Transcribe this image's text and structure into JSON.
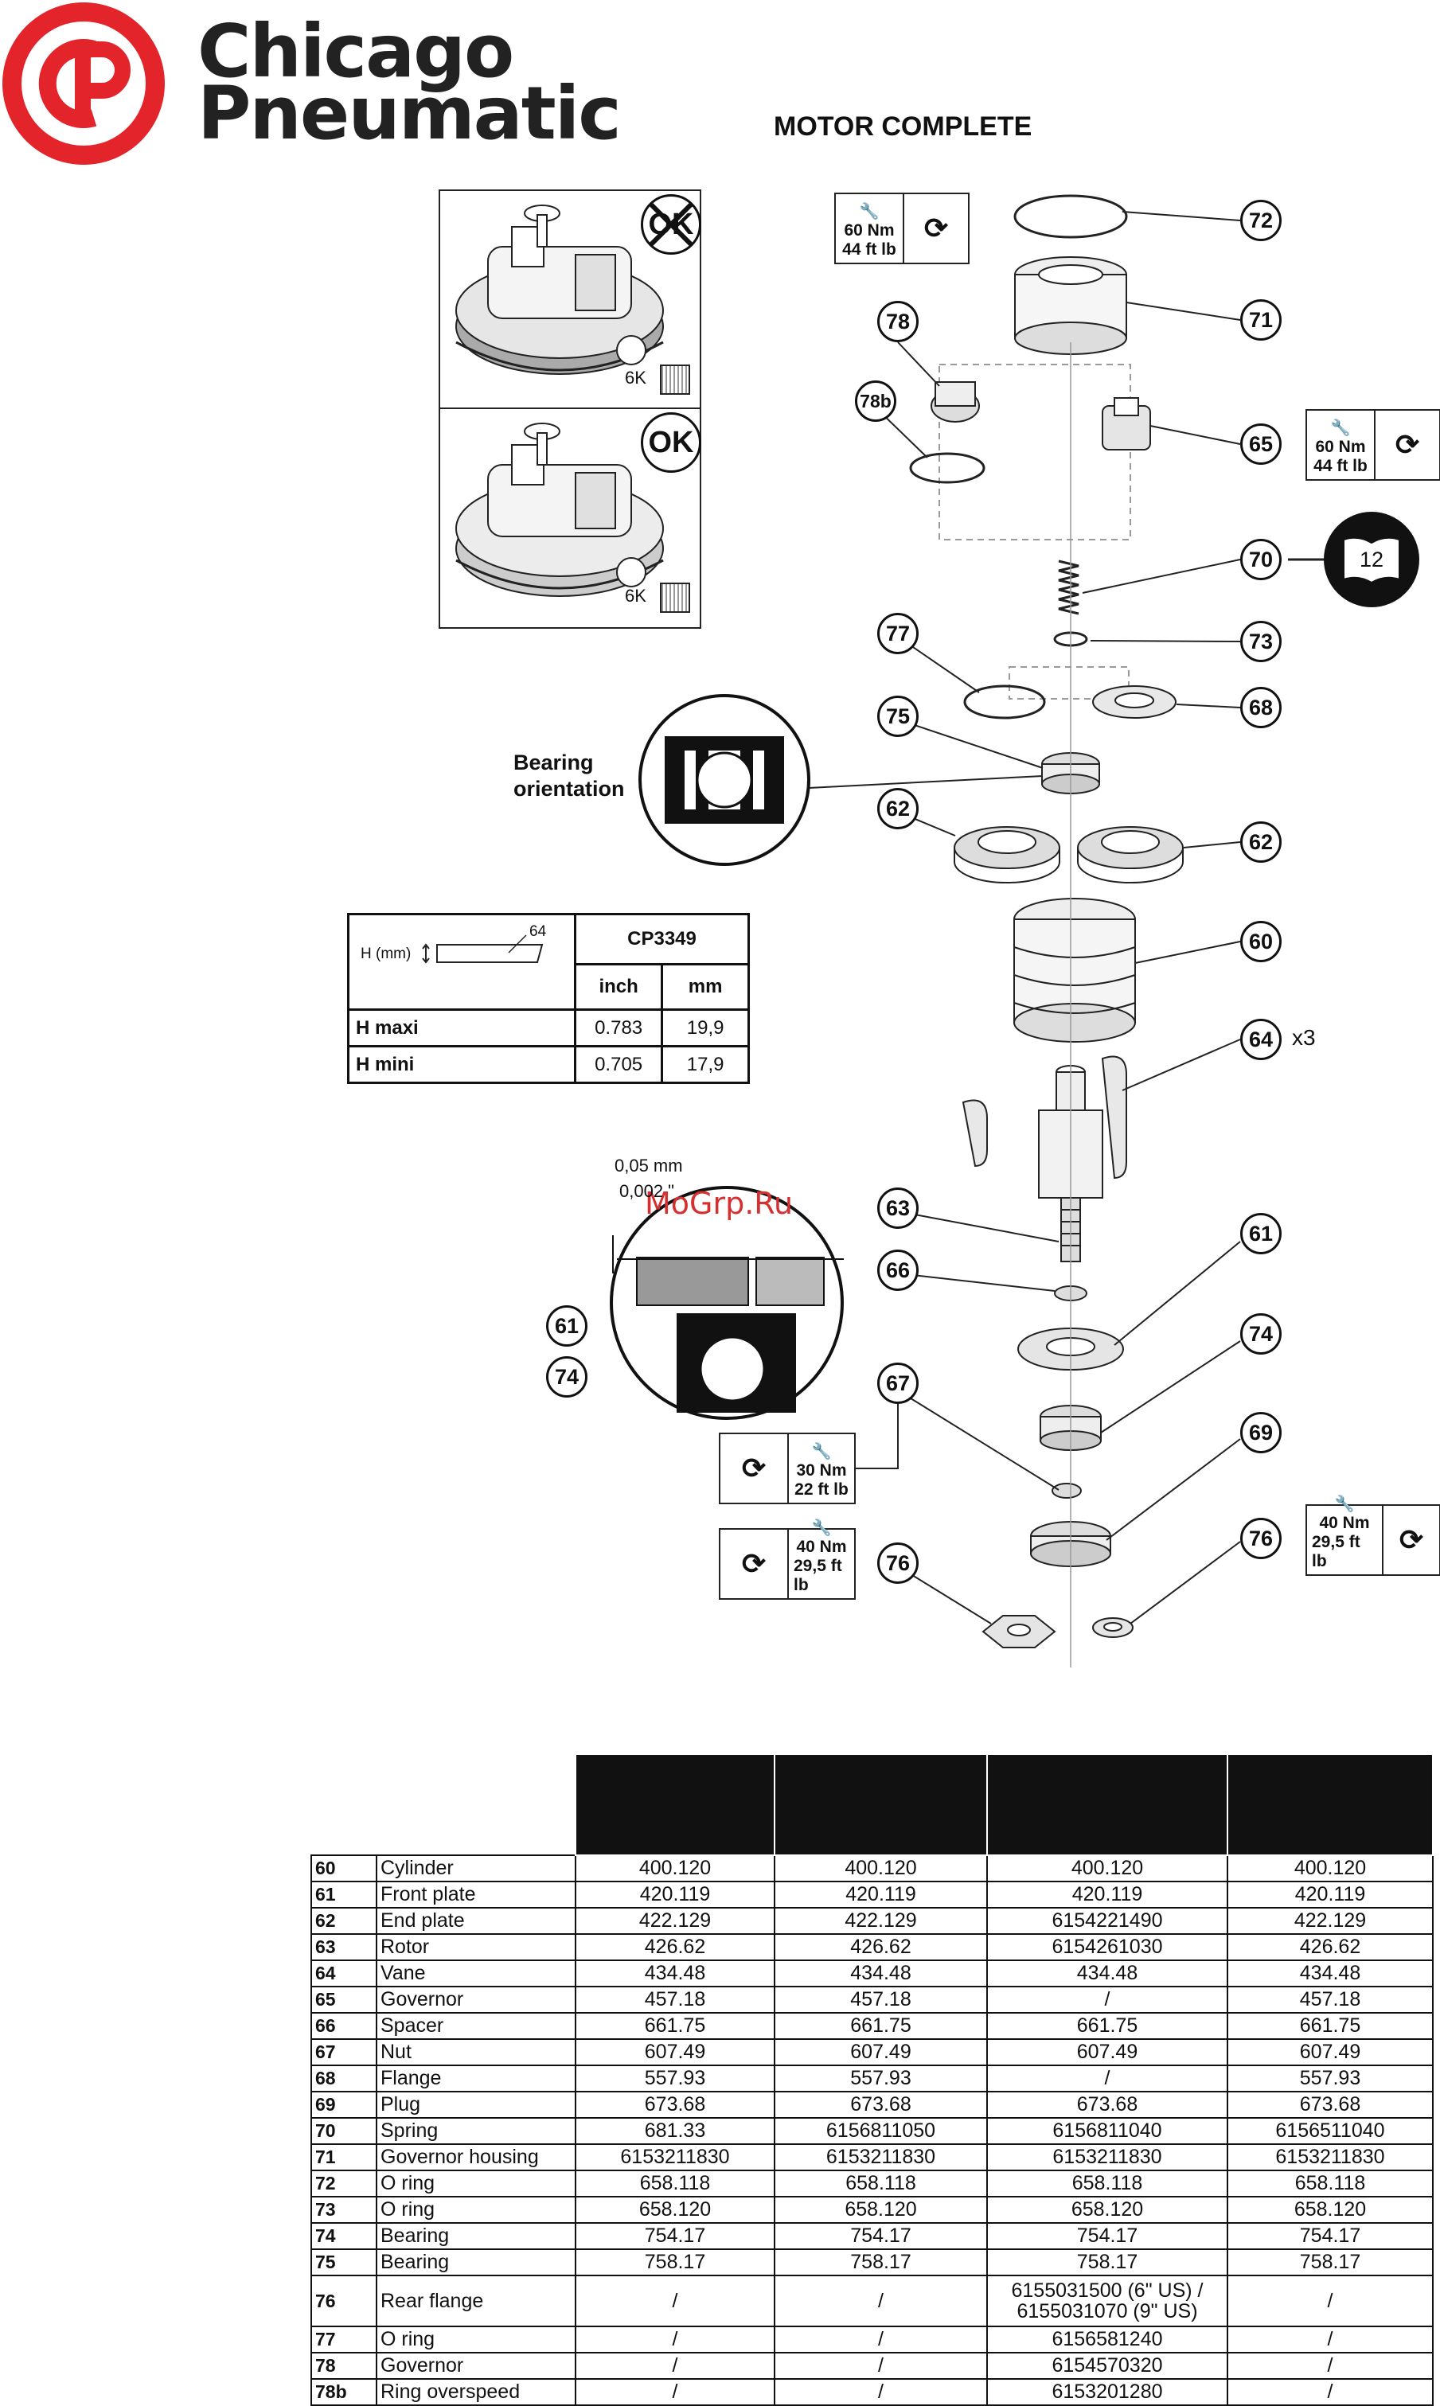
{
  "brand": {
    "name_line1": "Chicago",
    "name_line2": "Pneumatic",
    "logo_color": "#e3242b"
  },
  "page_title": "MOTOR COMPLETE",
  "watermark": "MоGrp.Ru",
  "inset_top": {
    "badge": "OK",
    "size_label": "6K"
  },
  "inset_bottom": {
    "badge": "OK",
    "size_label": "6K"
  },
  "bearing_label": {
    "line1": "Bearing",
    "line2": "orientation"
  },
  "manual_ref": "12",
  "vane_multiplier": "x3",
  "clearance": {
    "mm": "0,05 mm",
    "inch": "0,002 \""
  },
  "torques": {
    "t78": {
      "line1": "60 Nm",
      "line2": "44 ft lb"
    },
    "t65": {
      "line1": "60 Nm",
      "line2": "44 ft lb"
    },
    "t67": {
      "line1": "30 Nm",
      "line2": "22 ft lb"
    },
    "t76_left": {
      "line1": "40 Nm",
      "line2": "29,5 ft lb"
    },
    "t76_right": {
      "line1": "40 Nm",
      "line2": "29,5 ft lb"
    }
  },
  "callouts": {
    "c72": "72",
    "c71": "71",
    "c78": "78",
    "c78b": "78b",
    "c65": "65",
    "c70": "70",
    "c77": "77",
    "c73": "73",
    "c68": "68",
    "c75": "75",
    "c62a": "62",
    "c62b": "62",
    "c60": "60",
    "c64": "64",
    "c63": "63",
    "c66": "66",
    "c61a": "61",
    "c61b": "61",
    "c74a": "74",
    "c74b": "74",
    "c67": "67",
    "c69": "69",
    "c76a": "76",
    "c76b": "76"
  },
  "h_table": {
    "h_label": "H (mm)",
    "part_ref": "64",
    "model": "CP3349",
    "col_inch": "inch",
    "col_mm": "mm",
    "rows": [
      {
        "label": "H maxi",
        "inch": "0.783",
        "mm": "19,9"
      },
      {
        "label": "H mini",
        "inch": "0.705",
        "mm": "17,9"
      }
    ]
  },
  "parts": [
    {
      "pos": "60",
      "name": "Cylinder",
      "v": [
        "400.120",
        "400.120",
        "400.120",
        "400.120"
      ]
    },
    {
      "pos": "61",
      "name": "Front plate",
      "v": [
        "420.119",
        "420.119",
        "420.119",
        "420.119"
      ]
    },
    {
      "pos": "62",
      "name": "End plate",
      "v": [
        "422.129",
        "422.129",
        "6154221490",
        "422.129"
      ]
    },
    {
      "pos": "63",
      "name": "Rotor",
      "v": [
        "426.62",
        "426.62",
        "6154261030",
        "426.62"
      ]
    },
    {
      "pos": "64",
      "name": "Vane",
      "v": [
        "434.48",
        "434.48",
        "434.48",
        "434.48"
      ]
    },
    {
      "pos": "65",
      "name": "Governor",
      "v": [
        "457.18",
        "457.18",
        "/",
        "457.18"
      ]
    },
    {
      "pos": "66",
      "name": "Spacer",
      "v": [
        "661.75",
        "661.75",
        "661.75",
        "661.75"
      ]
    },
    {
      "pos": "67",
      "name": "Nut",
      "v": [
        "607.49",
        "607.49",
        "607.49",
        "607.49"
      ]
    },
    {
      "pos": "68",
      "name": "Flange",
      "v": [
        "557.93",
        "557.93",
        "/",
        "557.93"
      ]
    },
    {
      "pos": "69",
      "name": "Plug",
      "v": [
        "673.68",
        "673.68",
        "673.68",
        "673.68"
      ]
    },
    {
      "pos": "70",
      "name": "Spring",
      "v": [
        "681.33",
        "6156811050",
        "6156811040",
        "6156511040"
      ]
    },
    {
      "pos": "71",
      "name": "Governor housing",
      "v": [
        "6153211830",
        "6153211830",
        "6153211830",
        "6153211830"
      ]
    },
    {
      "pos": "72",
      "name": "O ring",
      "v": [
        "658.118",
        "658.118",
        "658.118",
        "658.118"
      ]
    },
    {
      "pos": "73",
      "name": "O ring",
      "v": [
        "658.120",
        "658.120",
        "658.120",
        "658.120"
      ]
    },
    {
      "pos": "74",
      "name": "Bearing",
      "v": [
        "754.17",
        "754.17",
        "754.17",
        "754.17"
      ]
    },
    {
      "pos": "75",
      "name": "Bearing",
      "v": [
        "758.17",
        "758.17",
        "758.17",
        "758.17"
      ]
    },
    {
      "pos": "76",
      "name": "Rear flange",
      "v": [
        "/",
        "/",
        "6155031500 (6\" US) /",
        "/"
      ],
      "v2": "6155031070 (9\" US)"
    },
    {
      "pos": "77",
      "name": "O ring",
      "v": [
        "/",
        "/",
        "6156581240",
        "/"
      ]
    },
    {
      "pos": "78",
      "name": "Governor",
      "v": [
        "/",
        "/",
        "6154570320",
        "/"
      ]
    },
    {
      "pos": "78b",
      "name": "Ring overspeed",
      "v": [
        "/",
        "/",
        "6153201280",
        "/"
      ]
    }
  ]
}
